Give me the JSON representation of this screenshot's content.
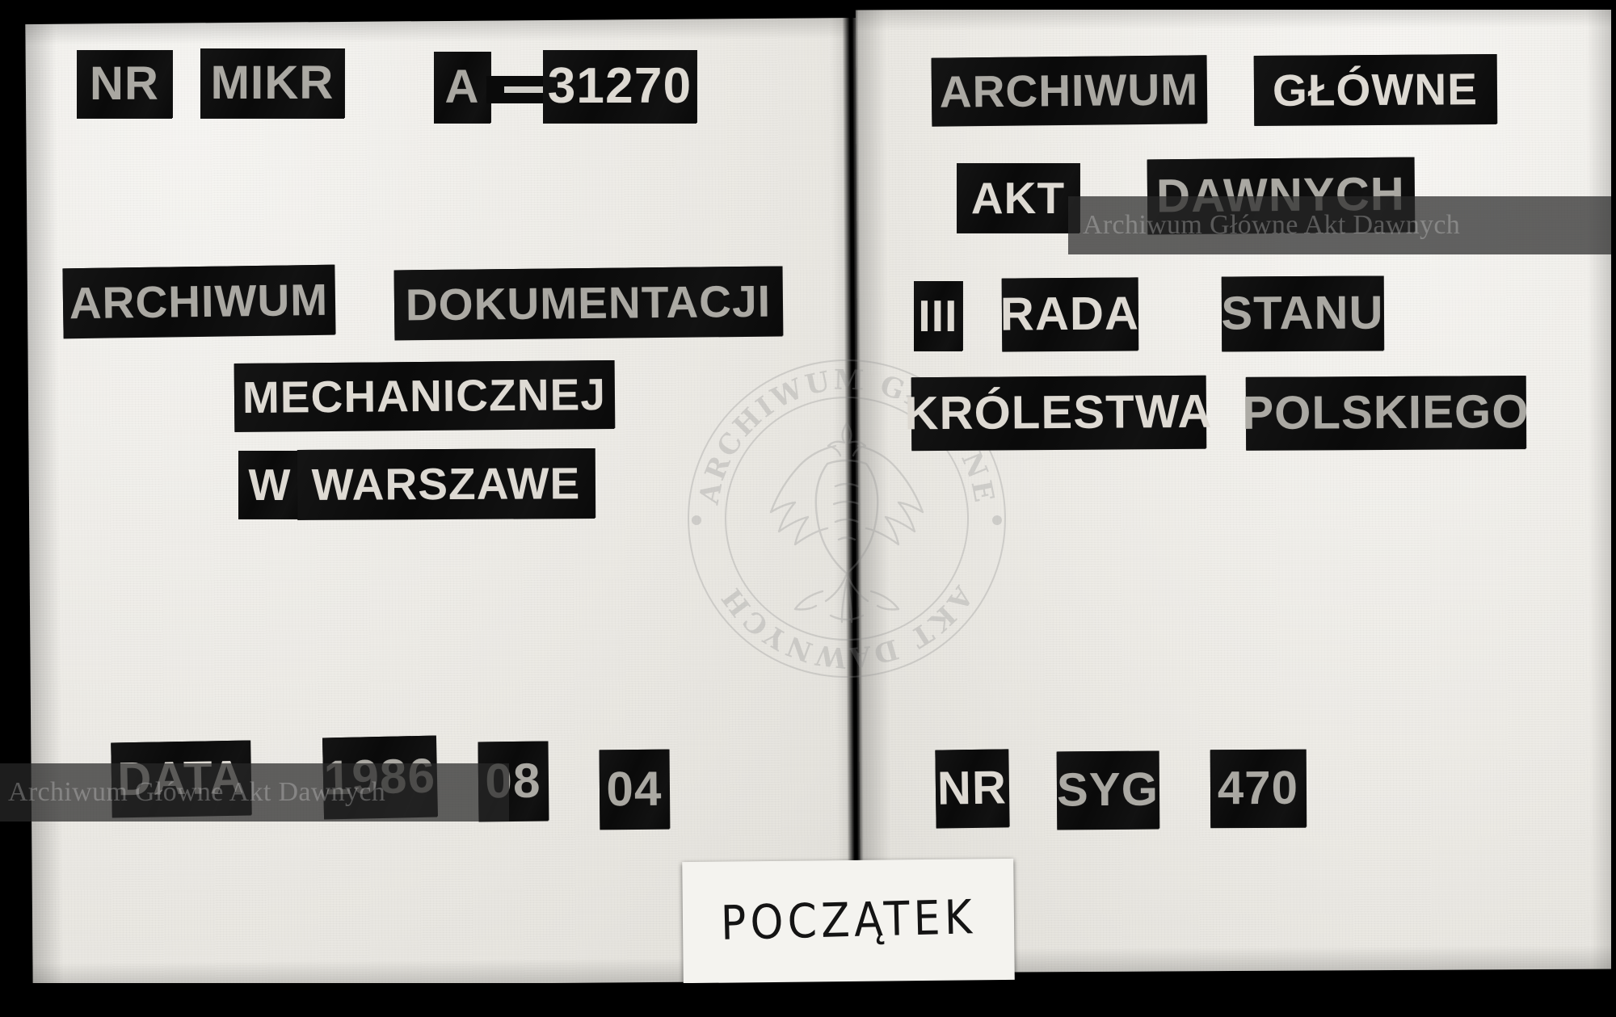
{
  "document": {
    "kind": "microfilm-target-card",
    "language": "pl"
  },
  "left_card": {
    "microfilm_line": {
      "label_nr": "NR",
      "label_mikr": "MIKR",
      "prefix": "A",
      "separator": "—",
      "number": "31270"
    },
    "institution_lines": [
      {
        "words": [
          "ARCHIWUM",
          "DOKUMENTACJI"
        ]
      },
      {
        "words": [
          "MECHANICZNEJ"
        ]
      },
      {
        "words": [
          "W",
          "WARSZAWE"
        ]
      }
    ],
    "date_row": {
      "label": "DATA",
      "year": "1986",
      "month": "08",
      "day": "04"
    }
  },
  "right_card": {
    "institution_lines": [
      {
        "words": [
          "ARCHIWUM",
          "GŁÓWNE"
        ]
      },
      {
        "words": [
          "AKT",
          "DAWNYCH"
        ]
      }
    ],
    "fonds_lines": [
      {
        "words": [
          "III",
          "RADA",
          "STANU"
        ]
      },
      {
        "words": [
          "KRÓLESTWA",
          "POLSKIEGO"
        ]
      }
    ],
    "signature_row": {
      "label_nr": "NR",
      "label_syg": "SYG",
      "value": "470"
    }
  },
  "slip": {
    "text": "POCZĄTEK"
  },
  "seal": {
    "text_top": "ARCHIWUM GŁÓWNE",
    "text_bottom": "AKT DAWNYCH",
    "emblem": "polish-eagle"
  },
  "watermarks": {
    "top_right": "Archiwum Główne Akt Dawnych",
    "bottom_left": "Archiwum Główne Akt Dawnych"
  },
  "colors": {
    "background": "#000000",
    "card_paper": "#eceae6",
    "tile_ink": "#0a0a0a",
    "tile_letter": "#cfcdc8",
    "handwriting": "#141414"
  }
}
